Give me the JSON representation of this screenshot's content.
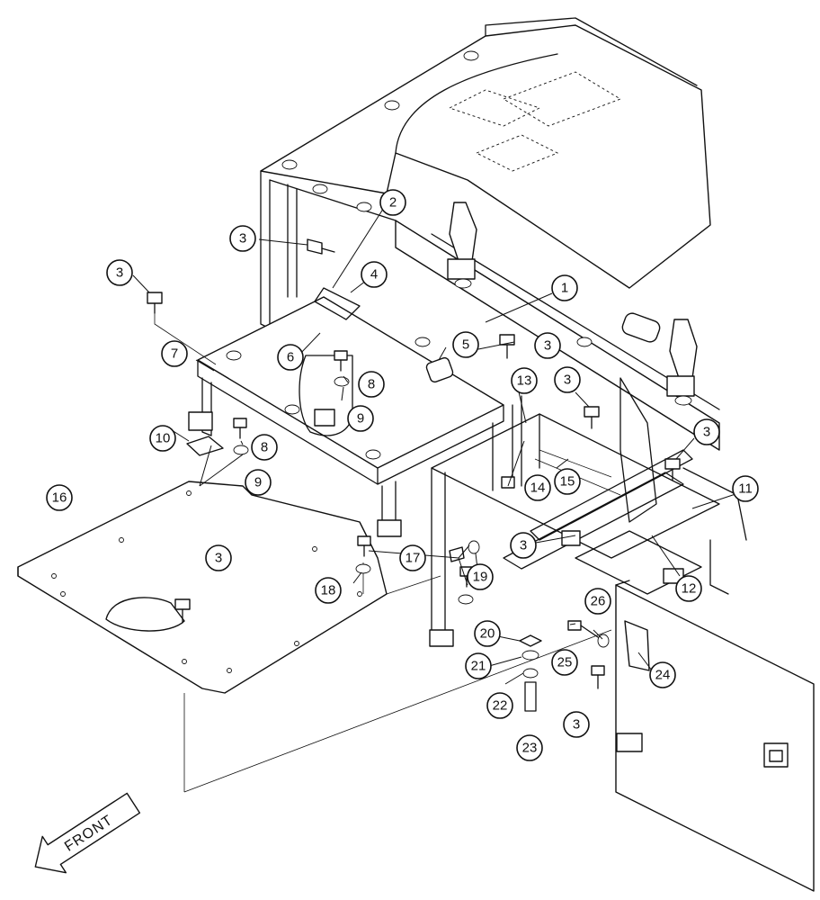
{
  "front_label": "FRONT",
  "callouts": [
    {
      "id": "c1",
      "label": "1"
    },
    {
      "id": "c2",
      "label": "2"
    },
    {
      "id": "c3a",
      "label": "3"
    },
    {
      "id": "c3b",
      "label": "3"
    },
    {
      "id": "c3c",
      "label": "3"
    },
    {
      "id": "c3d",
      "label": "3"
    },
    {
      "id": "c3e",
      "label": "3"
    },
    {
      "id": "c3f",
      "label": "3"
    },
    {
      "id": "c3g",
      "label": "3"
    },
    {
      "id": "c3h",
      "label": "3"
    },
    {
      "id": "c4",
      "label": "4"
    },
    {
      "id": "c5",
      "label": "5"
    },
    {
      "id": "c6",
      "label": "6"
    },
    {
      "id": "c7",
      "label": "7"
    },
    {
      "id": "c8a",
      "label": "8"
    },
    {
      "id": "c8b",
      "label": "8"
    },
    {
      "id": "c9a",
      "label": "9"
    },
    {
      "id": "c9b",
      "label": "9"
    },
    {
      "id": "c10",
      "label": "10"
    },
    {
      "id": "c11",
      "label": "11"
    },
    {
      "id": "c12",
      "label": "12"
    },
    {
      "id": "c13",
      "label": "13"
    },
    {
      "id": "c14",
      "label": "14"
    },
    {
      "id": "c15",
      "label": "15"
    },
    {
      "id": "c16",
      "label": "16"
    },
    {
      "id": "c17",
      "label": "17"
    },
    {
      "id": "c18",
      "label": "18"
    },
    {
      "id": "c19",
      "label": "19"
    },
    {
      "id": "c20",
      "label": "20"
    },
    {
      "id": "c21",
      "label": "21"
    },
    {
      "id": "c22",
      "label": "22"
    },
    {
      "id": "c23",
      "label": "23"
    },
    {
      "id": "c24",
      "label": "24"
    },
    {
      "id": "c25",
      "label": "25"
    },
    {
      "id": "c26",
      "label": "26"
    }
  ]
}
